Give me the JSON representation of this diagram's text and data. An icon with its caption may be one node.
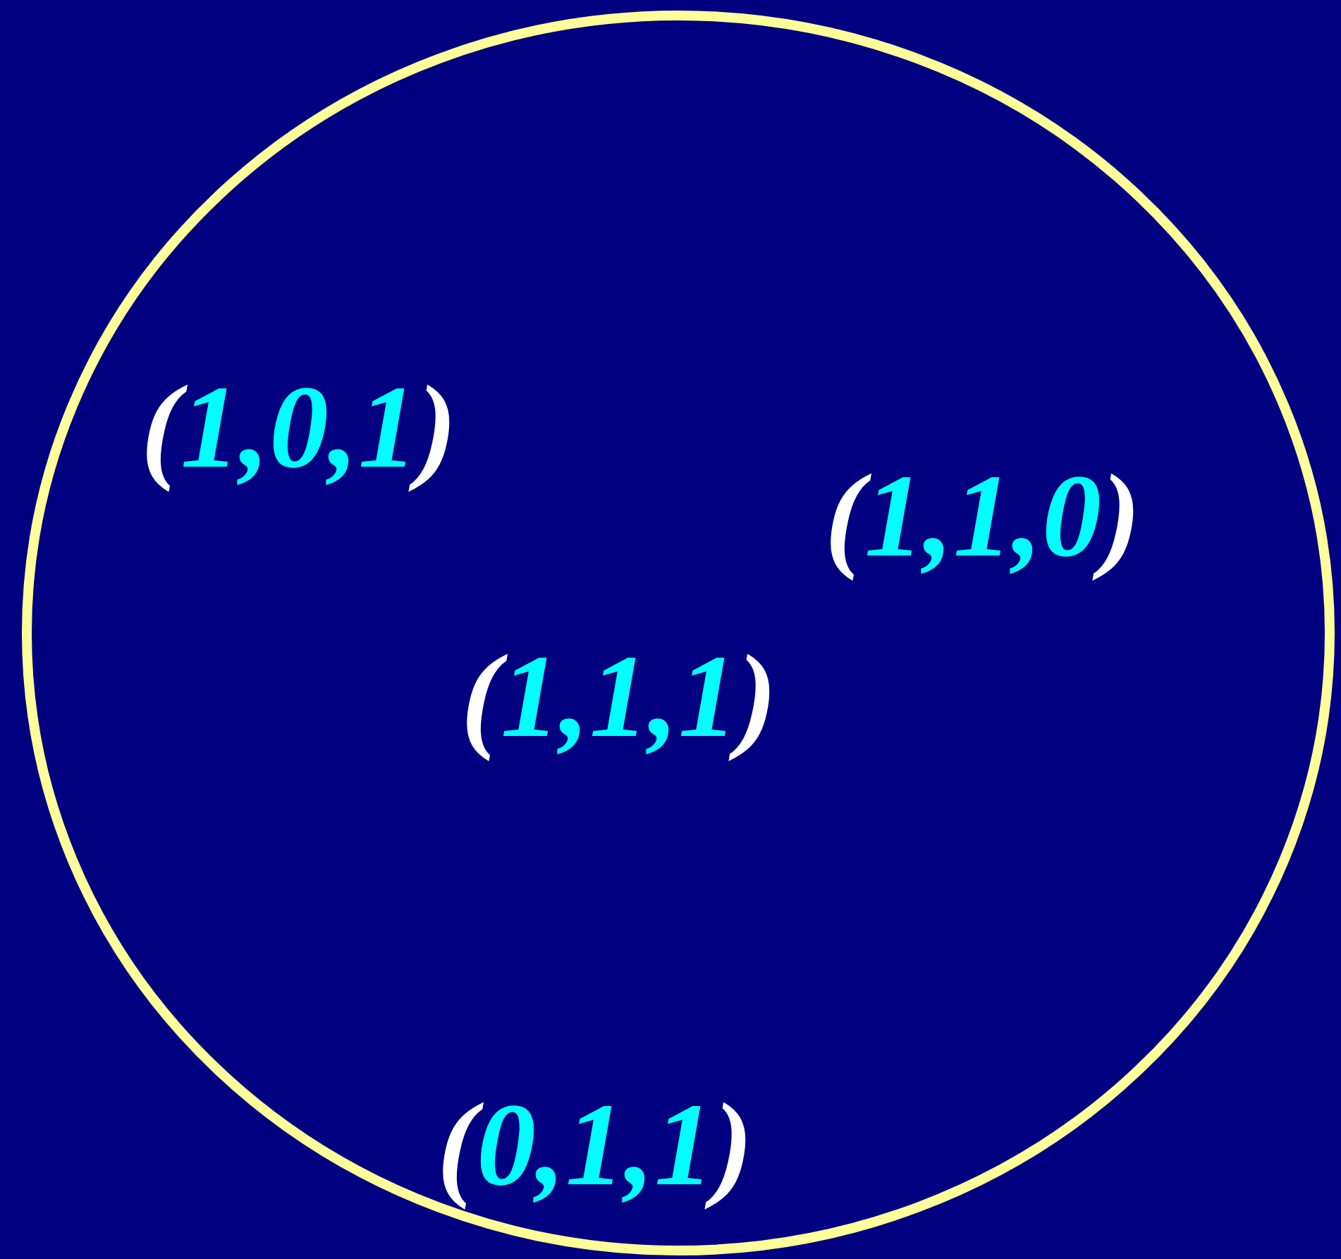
{
  "diagram": {
    "nodes": [
      {
        "text": [
          "(1,0,1)",
          "(1,1,0)",
          "(1,1,1)",
          "(0,1,1)"
        ]
      }
    ]
  }
}
